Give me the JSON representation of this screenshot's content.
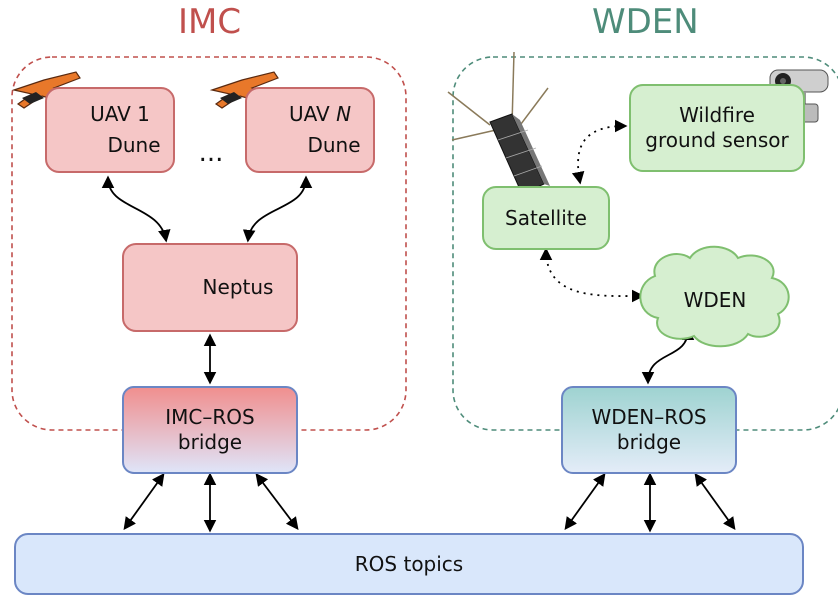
{
  "groups": {
    "imc": {
      "title": "IMC",
      "color": "#c0504d"
    },
    "wden": {
      "title": "WDEN",
      "color": "#4e8c7a"
    }
  },
  "nodes": {
    "uav1": {
      "label": "UAV 1",
      "sub": "Dune"
    },
    "uavn": {
      "label_prefix": "UAV ",
      "label_var": "N",
      "sub": "Dune"
    },
    "ellipsis": "...",
    "neptus": "Neptus",
    "imc_bridge": {
      "line1": "IMC–ROS",
      "line2": "bridge"
    },
    "satellite": "Satellite",
    "sensor": {
      "line1": "Wildfire",
      "line2": "ground sensor"
    },
    "wden_cloud": "WDEN",
    "wden_bridge": {
      "line1": "WDEN–ROS",
      "line2": "bridge"
    },
    "ros": "ROS topics"
  },
  "icons": [
    "uav-aircraft-icon",
    "dune-wave-icon",
    "neptus-logo-icon",
    "cubesat-icon",
    "security-camera-icon"
  ]
}
